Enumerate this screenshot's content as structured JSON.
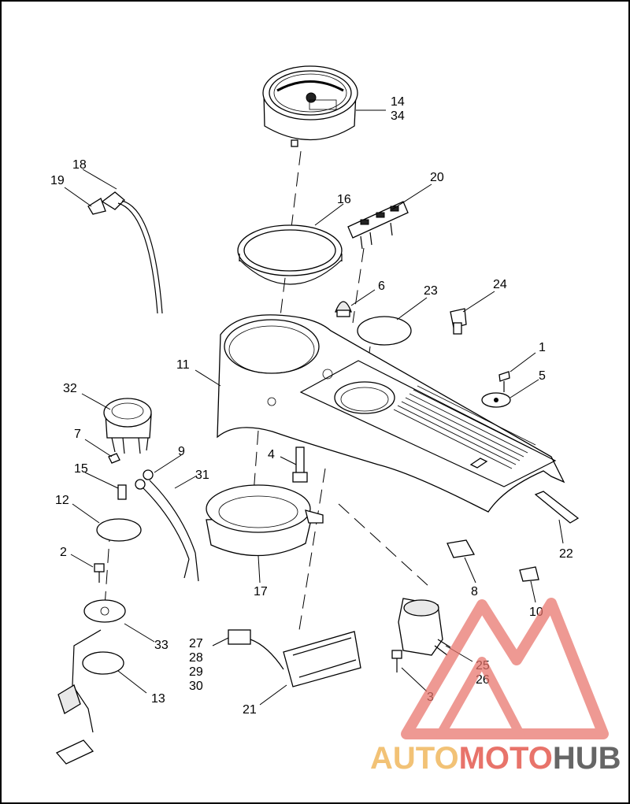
{
  "diagram": {
    "callouts": {
      "c1": "1",
      "c2": "2",
      "c3": "3",
      "c4": "4",
      "c5": "5",
      "c6": "6",
      "c7": "7",
      "c8": "8",
      "c9": "9",
      "c10": "10",
      "c11": "11",
      "c12": "12",
      "c13": "13",
      "c14": "14",
      "c15": "15",
      "c16": "16",
      "c17": "17",
      "c18": "18",
      "c19": "19",
      "c20": "20",
      "c21": "21",
      "c22": "22",
      "c23": "23",
      "c24": "24",
      "c25": "25",
      "c26": "26",
      "c27": "27",
      "c28": "28",
      "c29": "29",
      "c30": "30",
      "c31": "31",
      "c32": "32",
      "c33": "33",
      "c34": "34"
    }
  },
  "watermark": {
    "part1": "AUTO",
    "part2": "MOTO",
    "part3": "HUB",
    "colors": {
      "auto": "#f2c276",
      "moto": "#e8736a",
      "hub": "#666666",
      "logo": "#e8736a"
    },
    "logo_icon": "triangle-logo-icon"
  }
}
